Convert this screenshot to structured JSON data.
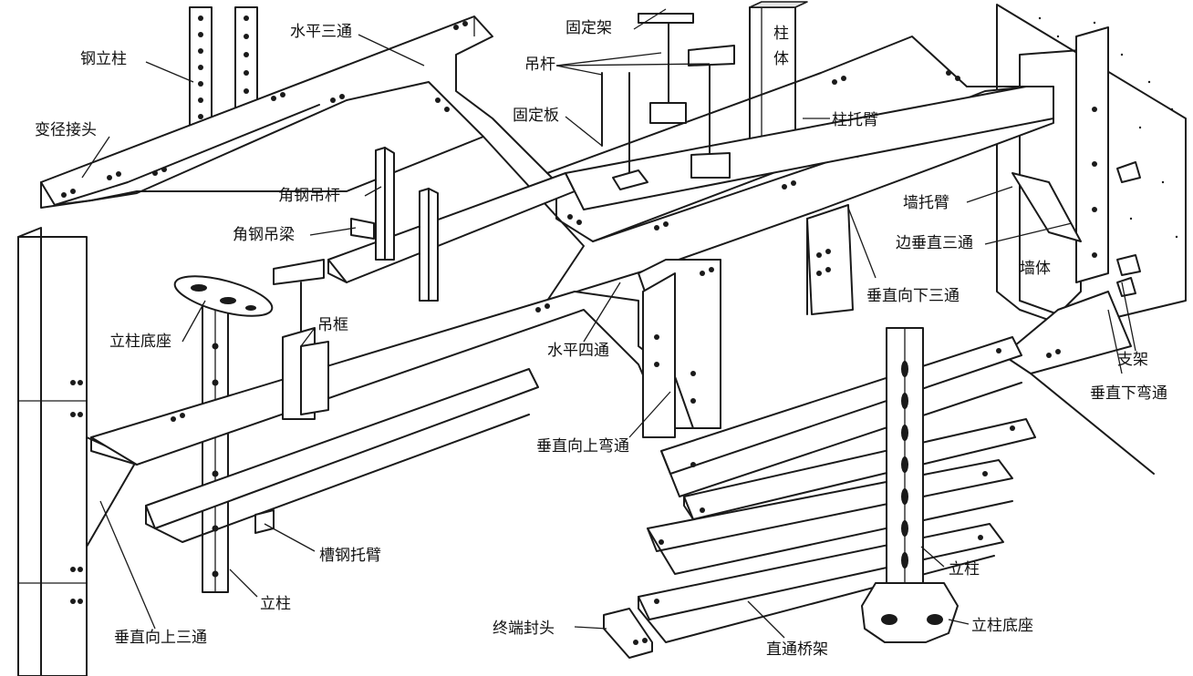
{
  "labels": {
    "gang_lizhu": "钢立柱",
    "shuiping_santong": "水平三通",
    "gudingjia": "固定架",
    "diaogan": "吊杆",
    "zhuti": "柱体",
    "bianjing_jietou": "变径接头",
    "gudingban": "固定板",
    "zhu_tuobi": "柱托臂",
    "jiaogang_diaogan": "角钢吊杆",
    "qiang_tuobi": "墙托臂",
    "jiaogang_diaoliang": "角钢吊梁",
    "bian_chuizhi_santong": "边垂直三通",
    "qiangti": "墙体",
    "chuizhi_xiang_xia_santong": "垂直向下三通",
    "lizhu_dizuo_left": "立柱底座",
    "diaokuang": "吊框",
    "shuiping_sitong": "水平四通",
    "zhijia": "支架",
    "chuizhi_xia_wantong": "垂直下弯通",
    "chuizhi_xiang_shang_wantong": "垂直向上弯通",
    "caogang_tuobi": "槽钢托臂",
    "lizhu_right": "立柱",
    "lizhu_left": "立柱",
    "chuizhi_xiang_shang_santong": "垂直向上三通",
    "zhongduan_fengtou": "终端封头",
    "lizhu_dizuo_right": "立柱底座",
    "zhitong_qiaojia": "直通桥架"
  }
}
